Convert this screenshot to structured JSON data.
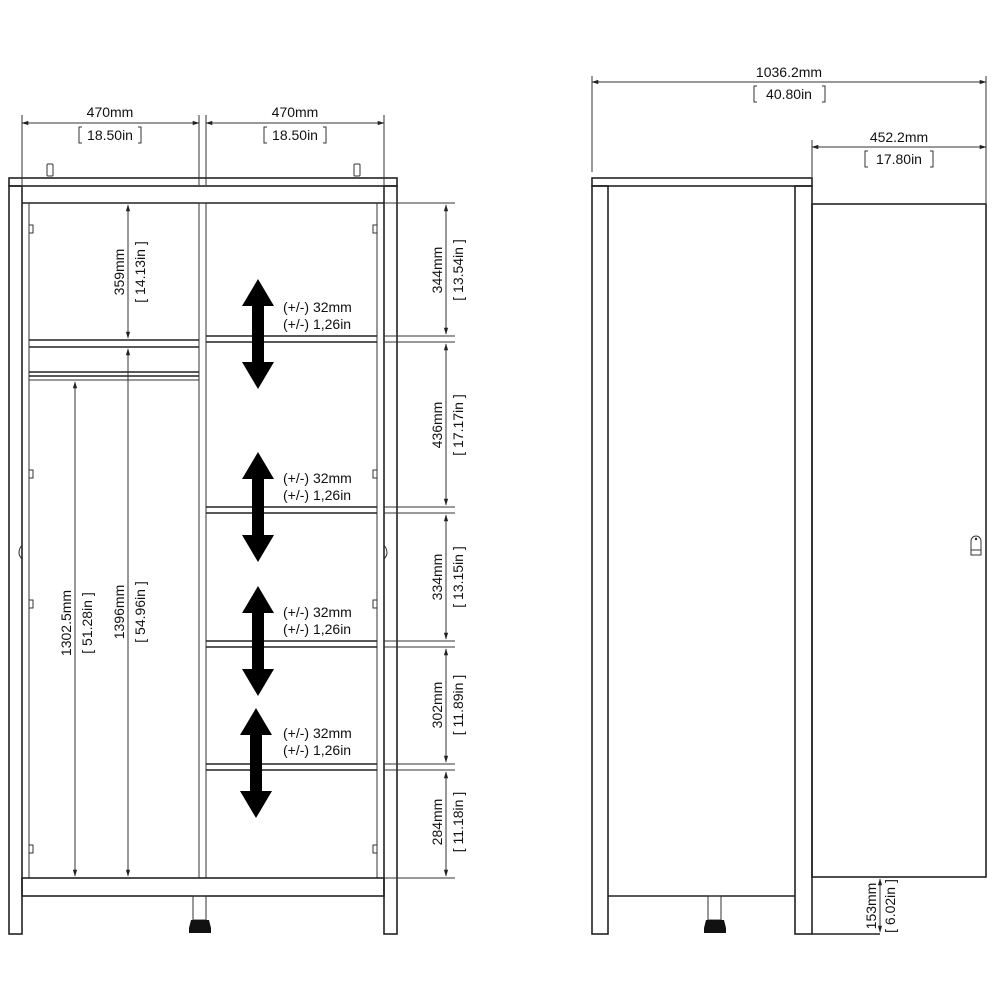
{
  "front_view": {
    "width_left": {
      "mm": "470mm",
      "in": "18.50in"
    },
    "width_right": {
      "mm": "470mm",
      "in": "18.50in"
    },
    "top_compartment_height": {
      "mm": "359mm",
      "in": "14.13in"
    },
    "hanging_height_to_rail": {
      "mm": "1302.5mm",
      "in": "51.28in"
    },
    "hanging_height_to_shelf": {
      "mm": "1396mm",
      "in": "54.96in"
    },
    "shelf_spacings": [
      {
        "mm": "344mm",
        "in": "13.54in"
      },
      {
        "mm": "436mm",
        "in": "17.17in"
      },
      {
        "mm": "334mm",
        "in": "13.15in"
      },
      {
        "mm": "302mm",
        "in": "11.89in"
      },
      {
        "mm": "284mm",
        "in": "11.18in"
      }
    ],
    "shelf_adjustments": [
      {
        "mm": "(+/-) 32mm",
        "in": "(+/-) 1,26in"
      },
      {
        "mm": "(+/-) 32mm",
        "in": "(+/-) 1,26in"
      },
      {
        "mm": "(+/-) 32mm",
        "in": "(+/-) 1,26in"
      },
      {
        "mm": "(+/-) 32mm",
        "in": "(+/-) 1,26in"
      }
    ]
  },
  "side_view": {
    "total_depth_with_door": {
      "mm": "1036.2mm",
      "in": "40.80in"
    },
    "door_open_depth": {
      "mm": "452.2mm",
      "in": "17.80in"
    },
    "door_bottom_clearance": {
      "mm": "153mm",
      "in": "6.02in"
    }
  },
  "icons": [
    "double-arrow-icon",
    "hinge-icon",
    "door-handle-icon",
    "adjustable-foot-icon",
    "wall-bracket-icon"
  ]
}
